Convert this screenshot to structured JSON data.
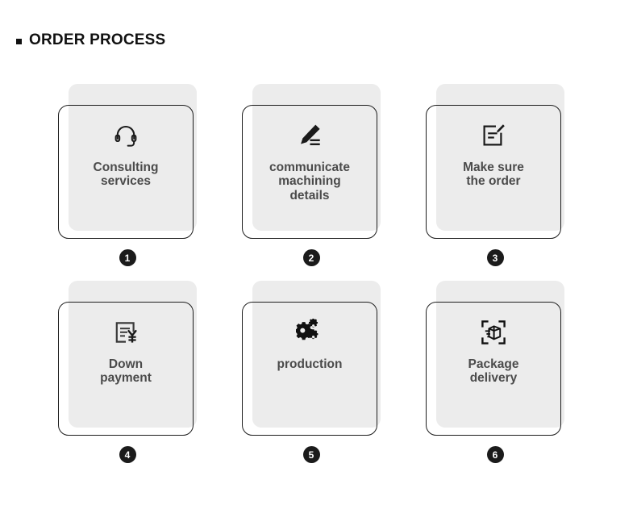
{
  "header": {
    "bullet": "square-bullet",
    "title": "ORDER PROCESS"
  },
  "colors": {
    "page_background": "#ffffff",
    "card_panel": "#ececec",
    "card_border": "#1d1d1d",
    "label_text": "#4b4b4b",
    "title_text": "#111111",
    "badge_background": "#1b1b1b",
    "badge_text": "#ffffff",
    "icon": "#1a1a1a"
  },
  "steps": [
    {
      "number": "1",
      "label": "Consulting\nservices",
      "icon": "headset-icon"
    },
    {
      "number": "2",
      "label": "communicate\nmachining\ndetails",
      "icon": "pencil-edit-icon"
    },
    {
      "number": "3",
      "label": "Make sure\nthe order",
      "icon": "document-pen-icon"
    },
    {
      "number": "4",
      "label": "Down\npayment",
      "icon": "invoice-yen-icon"
    },
    {
      "number": "5",
      "label": "production",
      "icon": "gears-icon"
    },
    {
      "number": "6",
      "label": "Package\ndelivery",
      "icon": "package-scan-icon"
    }
  ]
}
